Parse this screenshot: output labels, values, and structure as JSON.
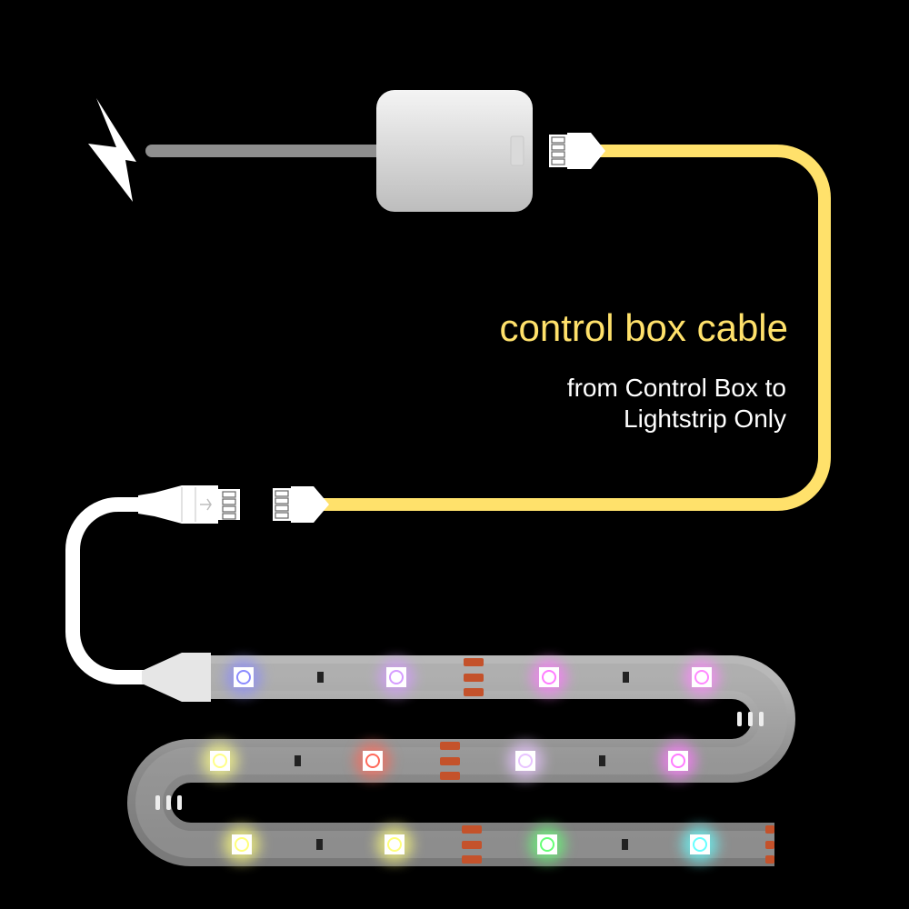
{
  "labels": {
    "cable_title": "control box cable",
    "cable_subtitle_line1": "from Control Box to",
    "cable_subtitle_line2": "Lightstrip Only"
  },
  "colors": {
    "background": "#000000",
    "control_cable": "#FFE16B",
    "power_cable": "#8E8E8E",
    "strip_body": "#8A8A8A",
    "cut_mark": "#C4522B",
    "title_text": "#FFE16B",
    "subtitle_text": "#FFFFFF"
  },
  "icons": {
    "power": "lightning-bolt-icon"
  },
  "led_colors": {
    "row1": [
      "#8C8CFF",
      "#D59CFF",
      "#FF7BFF",
      "#FF88FF"
    ],
    "row2": [
      "#FFFF88",
      "#FF6A5A",
      "#E8C4FF",
      "#FF7AFF"
    ],
    "row3": [
      "#FFFF7A",
      "#FFFF7A",
      "#66FF77",
      "#66FFFF"
    ]
  }
}
